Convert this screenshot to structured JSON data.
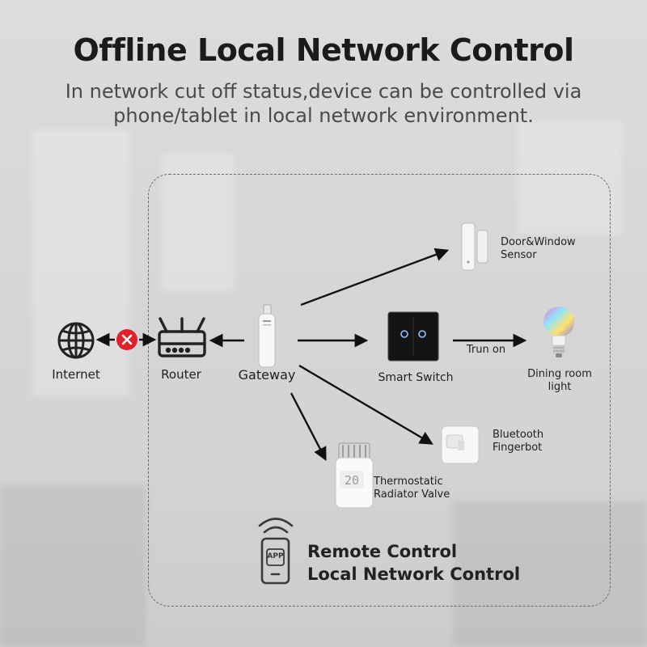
{
  "title": "Offline Local Network Control",
  "subtitle": {
    "line1": "In network cut off status,device can be controlled via",
    "line2": "phone/tablet in local network environment."
  },
  "nodes": {
    "internet": "Internet",
    "router": "Router",
    "gateway": "Gateway",
    "door_sensor": [
      "Door&Window",
      "Sensor"
    ],
    "smart_switch": "Smart Switch",
    "dining_light": [
      "Dining room",
      "light"
    ],
    "fingerbot": [
      "Bluetooth",
      "Fingerbot"
    ],
    "thermostat": [
      "Thermostatic",
      "Radiator Valve"
    ]
  },
  "edge_labels": {
    "switch_to_light": "Trun on"
  },
  "phone": {
    "app_label": "APP",
    "line1": "Remote Control",
    "line2": "Local Network Control"
  },
  "colors": {
    "disconnected_badge": "#e0202a",
    "arrow": "#111111",
    "heading": "#1b1b1b"
  },
  "icons": [
    "globe-icon",
    "disconnected-icon",
    "router-icon",
    "gateway-icon",
    "door-sensor-icon",
    "smart-switch-icon",
    "bulb-icon",
    "fingerbot-icon",
    "thermostat-icon",
    "phone-icon"
  ]
}
